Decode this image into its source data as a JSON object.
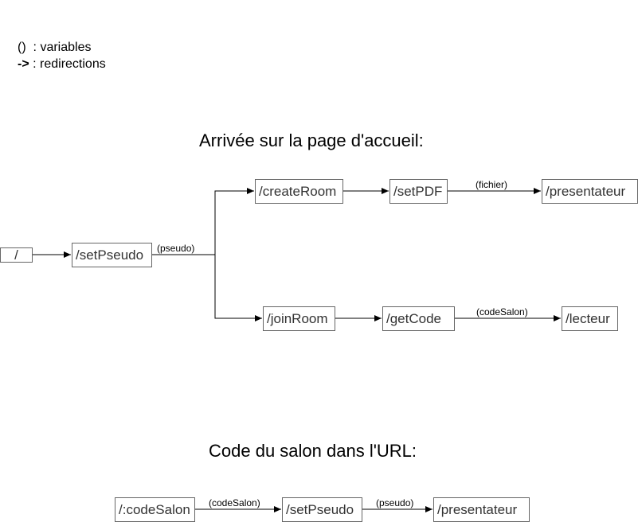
{
  "legend": {
    "variables": {
      "key": "()",
      "text": "  : variables"
    },
    "redirections": {
      "key": "->",
      "text": " : redirections"
    }
  },
  "sections": {
    "home": {
      "title": "Arrivée sur la page d'accueil:",
      "nodes": {
        "root": "/",
        "set_pseudo": "/setPseudo",
        "create_room": "/createRoom",
        "set_pdf": "/setPDF",
        "presentateur": "/presentateur",
        "join_room": "/joinRoom",
        "get_code": "/getCode",
        "lecteur": "/lecteur"
      },
      "edge_labels": {
        "pseudo": "(pseudo)",
        "fichier": "(fichier)",
        "code_salon": "(codeSalon)"
      }
    },
    "url": {
      "title": "Code du salon dans l'URL:",
      "nodes": {
        "code_salon": "/:codeSalon",
        "set_pseudo": "/setPseudo",
        "presentateur": "/presentateur"
      },
      "edge_labels": {
        "code_salon": "(codeSalon)",
        "pseudo": "(pseudo)"
      }
    }
  }
}
